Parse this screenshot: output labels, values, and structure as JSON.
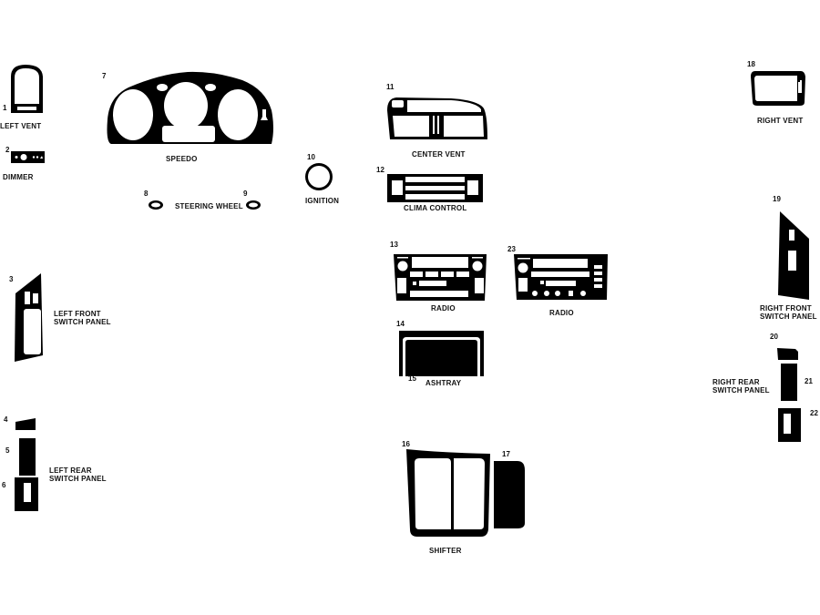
{
  "diagram": {
    "title": "Dash kit parts diagram",
    "colors": {
      "part_fill": "#000000",
      "cutout": "#ffffff",
      "text": "#111111"
    },
    "parts": [
      {
        "number": "1",
        "label": "LEFT VENT"
      },
      {
        "number": "2",
        "label": "DIMMER"
      },
      {
        "number": "3",
        "label": "LEFT FRONT SWITCH PANEL",
        "label_lines": [
          "LEFT FRONT",
          "SWITCH PANEL"
        ]
      },
      {
        "number": "4",
        "label": "LEFT REAR SWITCH PANEL"
      },
      {
        "number": "5",
        "label": "LEFT REAR SWITCH PANEL"
      },
      {
        "number": "6",
        "label": "LEFT REAR SWITCH PANEL"
      },
      {
        "number": "7",
        "label": "SPEEDO"
      },
      {
        "number": "8",
        "label": "STEERING WHEEL"
      },
      {
        "number": "9",
        "label": "STEERING WHEEL"
      },
      {
        "number": "10",
        "label": "IGNITION"
      },
      {
        "number": "11",
        "label": "CENTER VENT"
      },
      {
        "number": "12",
        "label": "CLIMA CONTROL"
      },
      {
        "number": "13",
        "label": "RADIO"
      },
      {
        "number": "14",
        "label": "ASHTRAY"
      },
      {
        "number": "15",
        "label": "ASHTRAY"
      },
      {
        "number": "16",
        "label": "SHIFTER"
      },
      {
        "number": "17",
        "label": "SHIFTER"
      },
      {
        "number": "18",
        "label": "RIGHT VENT"
      },
      {
        "number": "19",
        "label": "RIGHT FRONT SWITCH PANEL"
      },
      {
        "number": "20",
        "label": "RIGHT REAR SWITCH PANEL"
      },
      {
        "number": "21",
        "label": "RIGHT REAR SWITCH PANEL"
      },
      {
        "number": "22",
        "label": "RIGHT REAR SWITCH PANEL"
      },
      {
        "number": "23",
        "label": "RADIO"
      }
    ],
    "labels": {
      "left_vent": "LEFT VENT",
      "dimmer": "DIMMER",
      "speedo": "SPEEDO",
      "steering_wheel": "STEERING WHEEL",
      "ignition": "IGNITION",
      "center_vent": "CENTER VENT",
      "clima_control": "CLIMA CONTROL",
      "radio_13": "RADIO",
      "radio_23": "RADIO",
      "ashtray": "ASHTRAY",
      "shifter": "SHIFTER",
      "right_vent": "RIGHT VENT",
      "left_front_1": "LEFT FRONT",
      "left_front_2": "SWITCH PANEL",
      "left_rear_1": "LEFT REAR",
      "left_rear_2": "SWITCH PANEL",
      "right_front_1": "RIGHT FRONT",
      "right_front_2": "SWITCH PANEL",
      "right_rear_1": "RIGHT REAR",
      "right_rear_2": "SWITCH PANEL"
    },
    "numbers": {
      "n1": "1",
      "n2": "2",
      "n3": "3",
      "n4": "4",
      "n5": "5",
      "n6": "6",
      "n7": "7",
      "n8": "8",
      "n9": "9",
      "n10": "10",
      "n11": "11",
      "n12": "12",
      "n13": "13",
      "n14": "14",
      "n15": "15",
      "n16": "16",
      "n17": "17",
      "n18": "18",
      "n19": "19",
      "n20": "20",
      "n21": "21",
      "n22": "22",
      "n23": "23"
    }
  }
}
